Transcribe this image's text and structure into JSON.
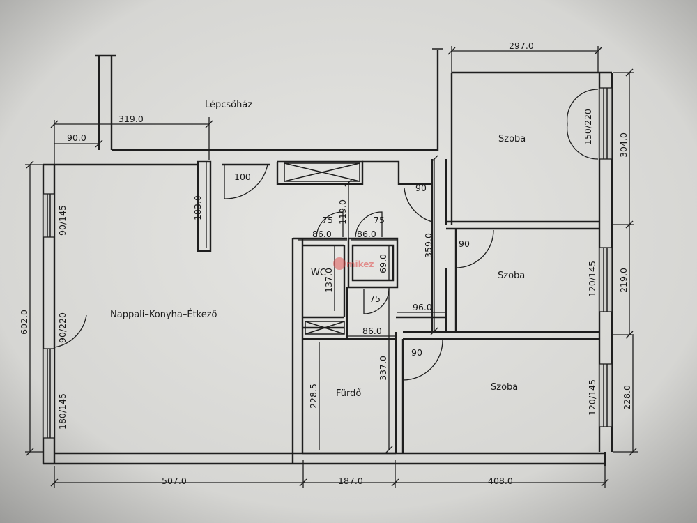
{
  "rooms": {
    "stairwell": "Lépcsőház",
    "living": "Nappali–Konyha–Étkező",
    "room_top": "Szoba",
    "room_mid": "Szoba",
    "room_bottom": "Szoba",
    "wc": "WC",
    "bath": "Fürdő"
  },
  "dimensions": {
    "top_297": "297.0",
    "top_319": "319.0",
    "top_90": "90.0",
    "left_602": "602.0",
    "right_304": "304.0",
    "right_219": "219.0",
    "right_228": "228.0",
    "bottom_507": "507.0",
    "bottom_187": "187.0",
    "bottom_408": "408.0",
    "v_183": "183.0",
    "v_119": "119.0",
    "v_359": "359.0",
    "v_137": "137.0",
    "v_69": "69.0",
    "v_337": "337.0",
    "v_228_5": "228.5",
    "h_86_a": "86.0",
    "h_86_b": "86.0",
    "h_86_c": "86.0",
    "h_96": "96.0"
  },
  "doors": {
    "entrance": "100",
    "hall": "90",
    "wc": "75",
    "storage": "75",
    "bath": "75",
    "room_mid": "90",
    "room_bottom": "90"
  },
  "windows": {
    "left_upper": "90/145",
    "left_door": "90/220",
    "left_lower": "180/145",
    "right_top": "150/220",
    "right_mid": "120/145",
    "right_bottom": "120/145"
  },
  "watermark": "mikez"
}
